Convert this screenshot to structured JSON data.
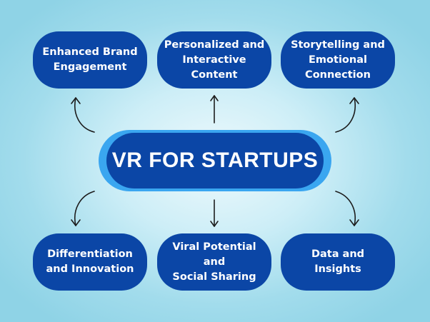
{
  "center": {
    "label": "VR FOR STARTUPS"
  },
  "nodes": {
    "top_left": "Enhanced Brand\nEngagement",
    "top_center": "Personalized and\nInteractive Content",
    "top_right": "Storytelling and\nEmotional\nConnection",
    "bottom_left": "Differentiation\nand Innovation",
    "bottom_center": "Viral Potential and\nSocial Sharing",
    "bottom_right": "Data and\nInsights"
  },
  "colors": {
    "node_fill": "#0b46a6",
    "center_halo": "#3aa6f0",
    "text": "#ffffff",
    "arrow": "#1d1d1d"
  }
}
